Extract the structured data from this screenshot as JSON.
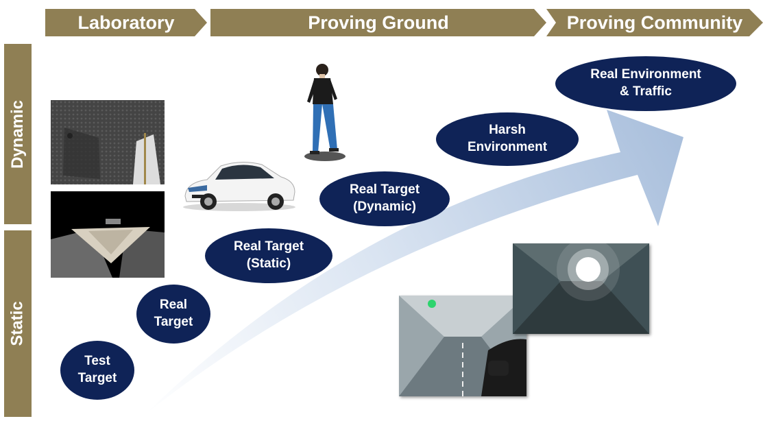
{
  "stages": [
    {
      "label": "Laboratory"
    },
    {
      "label": "Proving Ground"
    },
    {
      "label": "Proving Community"
    }
  ],
  "axis": {
    "dynamic_label": "Dynamic",
    "static_label": "Static"
  },
  "nodes": {
    "test_target": "Test\nTarget",
    "real_target": "Real\nTarget",
    "real_target_static": "Real Target\n(Static)",
    "real_target_dynamic": "Real Target\n(Dynamic)",
    "harsh_environment": "Harsh\nEnvironment",
    "real_environment": "Real Environment\n& Traffic"
  },
  "colors": {
    "stage_bar": "#8f7f54",
    "ellipse_fill": "#0f2357",
    "arrow_gradient_start": "#ffffff",
    "arrow_gradient_end": "#a9bfdc"
  },
  "icons": {
    "car": "car-photo",
    "pedestrian": "pedestrian-dummy-photo",
    "anechoic": "anechoic-chamber-photo",
    "reflector": "corner-reflector-photo",
    "tunnel": "rain-tunnel-photo"
  }
}
